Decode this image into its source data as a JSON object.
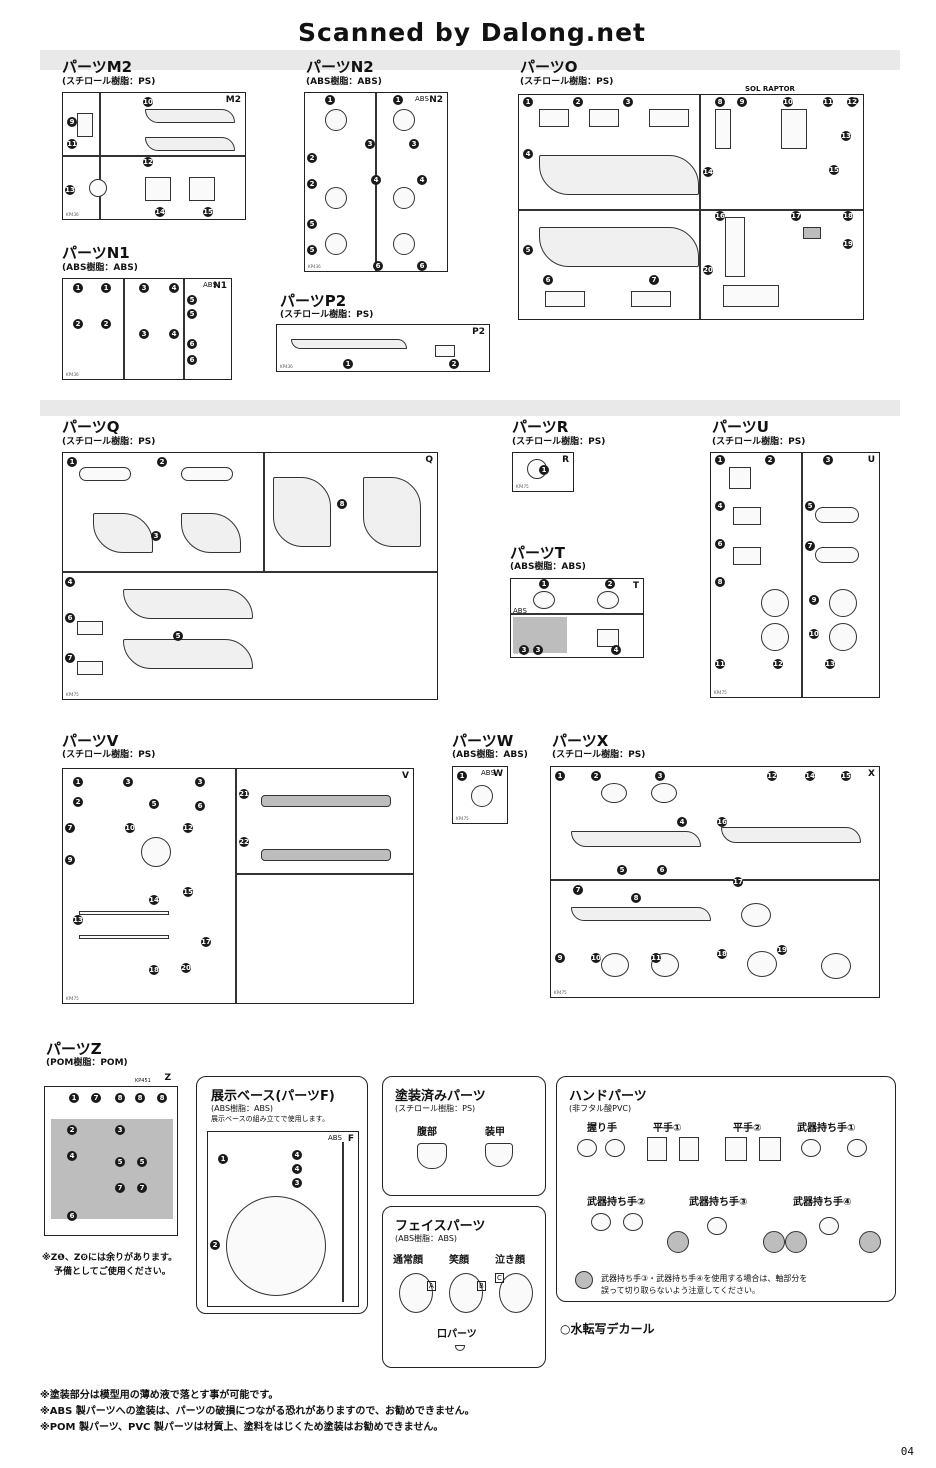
{
  "banner": "Scanned by Dalong.net",
  "page_number": "04",
  "sections": {
    "M2": {
      "title": "パーツM2",
      "material": "(スチロール樹脂：PS)",
      "tag": "M2"
    },
    "N2": {
      "title": "パーツN2",
      "material": "(ABS樹脂：ABS)",
      "tag": "N2",
      "abs_mark": "ABS"
    },
    "O": {
      "title": "パーツO",
      "material": "(スチロール樹脂：PS)",
      "tag": "O",
      "logo": "SOL RAPTOR"
    },
    "N1": {
      "title": "パーツN1",
      "material": "(ABS樹脂：ABS)",
      "tag": "N1",
      "abs_mark": "ABS"
    },
    "P2": {
      "title": "パーツP2",
      "material": "(スチロール樹脂：PS)",
      "tag": "P2"
    },
    "Q": {
      "title": "パーツQ",
      "material": "(スチロール樹脂：PS)",
      "tag": "Q"
    },
    "R": {
      "title": "パーツR",
      "material": "(スチロール樹脂：PS)",
      "tag": "R"
    },
    "U": {
      "title": "パーツU",
      "material": "(スチロール樹脂：PS)",
      "tag": "U"
    },
    "T": {
      "title": "パーツT",
      "material": "(ABS樹脂：ABS)",
      "tag": "T",
      "abs_mark": "ABS"
    },
    "V": {
      "title": "パーツV",
      "material": "(スチロール樹脂：PS)",
      "tag": "V"
    },
    "W": {
      "title": "パーツW",
      "material": "(ABS樹脂：ABS)",
      "tag": "W",
      "abs_mark": "ABS"
    },
    "X": {
      "title": "パーツX",
      "material": "(スチロール樹脂：PS)",
      "tag": "X"
    },
    "Z": {
      "title": "パーツZ",
      "material": "(POM樹脂：POM)",
      "tag": "Z",
      "note1": "※Z❶、Z❽には余りがあります。",
      "note2": "予備としてご使用ください。"
    }
  },
  "base": {
    "title": "展示ベース(パーツF)",
    "material": "(ABS樹脂：ABS)",
    "note": "展示ベースの組み立てで使用します。",
    "tag": "F",
    "abs_mark": "ABS"
  },
  "painted": {
    "title": "塗装済みパーツ",
    "material": "(スチロール樹脂：PS)",
    "label1": "腹部",
    "label2": "装甲"
  },
  "face": {
    "title": "フェイスパーツ",
    "material": "(ABS樹脂：ABS)",
    "label1": "通常顔",
    "label2": "笑顔",
    "label3": "泣き顔",
    "label4": "口パーツ",
    "mark_a": "A",
    "mark_b": "B",
    "mark_c": "C"
  },
  "hand": {
    "title": "ハンドパーツ",
    "material": "(非フタル酸PVC)",
    "labels": [
      "握り手",
      "平手①",
      "平手②",
      "武器持ち手①",
      "武器持ち手②",
      "武器持ち手③",
      "武器持ち手④"
    ],
    "warning1": "武器持ち手③・武器持ち手④を使用する場合は、軸部分を",
    "warning2": "誤って切り取らないよう注意してください。"
  },
  "decal": "○水転写デカール",
  "footnotes": [
    "※塗装部分は模型用の薄め液で落とす事が可能です。",
    "※ABS 製パーツへの塗装は、パーツの破損につながる恐れがありますので、お勧めできません。",
    "※POM 製パーツ、PVC 製パーツは材質上、塗料をはじくため塗装はお勧めできません。"
  ],
  "frame_codes": {
    "M2": "KP436",
    "N2": "KP436",
    "N1": "KP436",
    "P2": "KP436",
    "Q": "KP475",
    "R": "KP475",
    "T": "KP475",
    "U": "KP475",
    "V": "KP475",
    "W": "KP475",
    "X": "KP475",
    "Z": "KP451"
  }
}
